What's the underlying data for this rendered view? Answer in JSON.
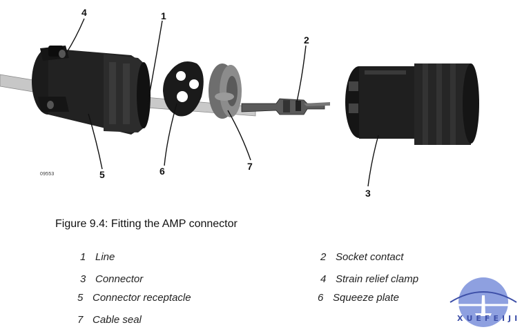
{
  "figure": {
    "caption": "Figure 9.4: Fitting the AMP connector",
    "code": "09553"
  },
  "callouts": {
    "c1": "1",
    "c2": "2",
    "c3": "3",
    "c4": "4",
    "c5": "5",
    "c6": "6",
    "c7": "7"
  },
  "legend": [
    {
      "num": "1",
      "label": "Line"
    },
    {
      "num": "2",
      "label": "Socket contact"
    },
    {
      "num": "3",
      "label": "Connector"
    },
    {
      "num": "4",
      "label": "Strain relief clamp"
    },
    {
      "num": "5",
      "label": "Connector receptacle"
    },
    {
      "num": "6",
      "label": "Squeeze plate"
    },
    {
      "num": "7",
      "label": "Cable seal"
    }
  ],
  "watermark": {
    "text": "XUEFEIJI",
    "color": "#3d4fa8"
  },
  "icons": [
    "amp-connector-receptacle-illustration",
    "airplane-logo-icon"
  ]
}
